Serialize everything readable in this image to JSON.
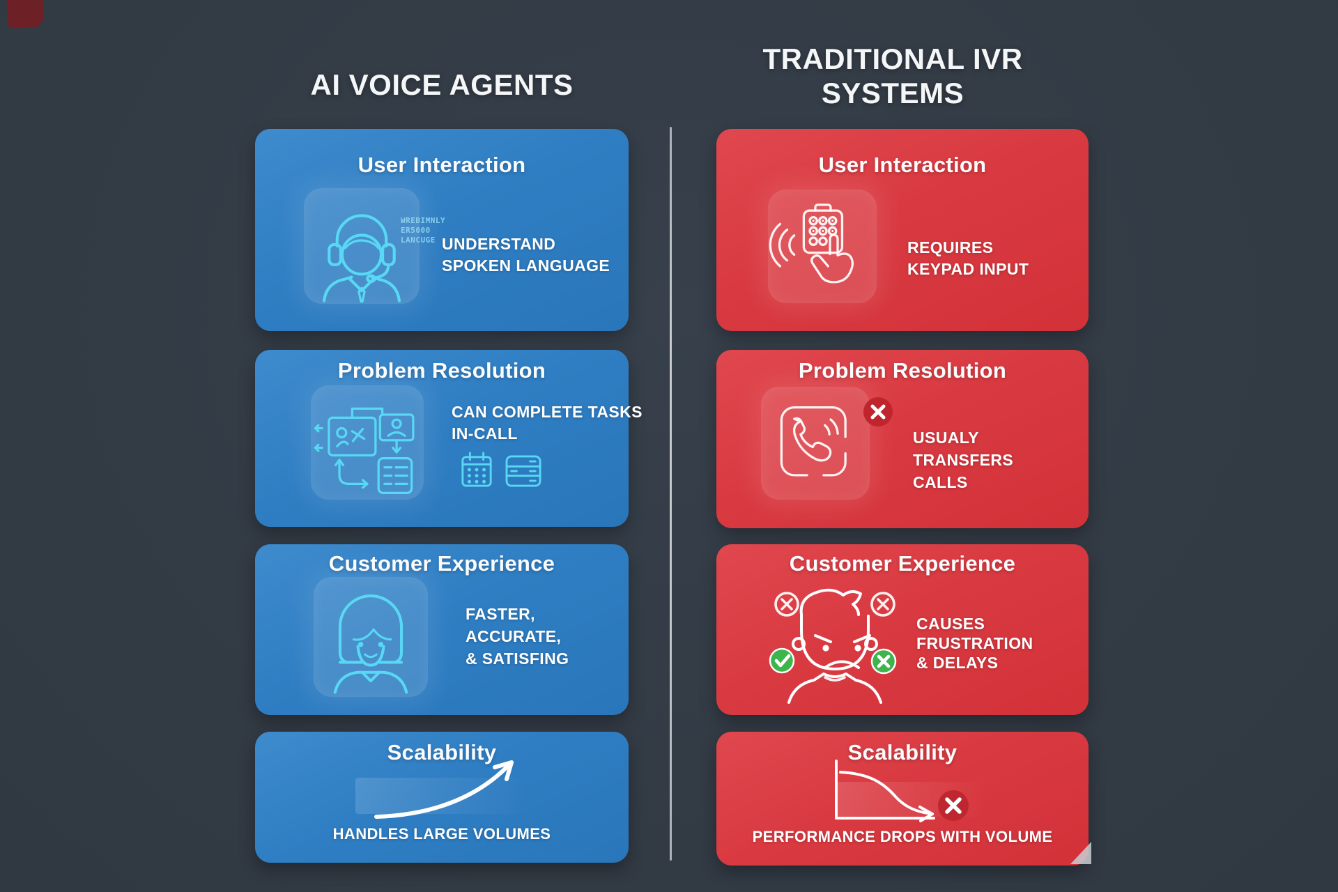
{
  "page": {
    "left_header": "AI VOICE AGENTS",
    "right_header_line1": "TRADITIONAL IVR",
    "right_header_line2": "SYSTEMS"
  },
  "ai_column": {
    "cards": [
      {
        "title": "User Interaction",
        "line1": "UNDERSTAND",
        "line2": "SPOKEN LANGUAGE"
      },
      {
        "title": "Problem Resolution",
        "line1": "CAN COMPLETE TASKS",
        "line2": "IN-CALL"
      },
      {
        "title": "Customer Experience",
        "line1": "FASTER,",
        "line2": "ACCURATE,",
        "line3": "& SATISFING"
      },
      {
        "title": "Scalability",
        "line1": "HANDLES LARGE VOLUMES"
      }
    ],
    "glitch": {
      "line1": "WREBIMNLY",
      "line2": "ER5000",
      "line3": "LANCUGE"
    }
  },
  "ivr_column": {
    "cards": [
      {
        "title": "User Interaction",
        "line1": "REQUIRES",
        "line2": "KEYPAD INPUT"
      },
      {
        "title": "Problem Resolution",
        "line1": "USUALY",
        "line2": "TRANSFERS",
        "line3": "CALLS"
      },
      {
        "title": "Customer Experience",
        "line1": "CAUSES",
        "line2": "FRUSTRATION",
        "line3": "& DELAYS"
      },
      {
        "title": "Scalability",
        "line1": "PERFORMANCE DROPS WITH VOLUME"
      }
    ]
  },
  "colors": {
    "background": "#333b45",
    "ai_blue": "#2f7ec3",
    "ivr_red": "#d93a41",
    "icon_cyan": "#58d8f4",
    "success_green": "#3db54c",
    "error_badge_red": "#c0242c",
    "divider_gray": "#ccd1d5",
    "text_white": "#f5f7f8"
  },
  "icons": {
    "ai": [
      "headset-agent-icon",
      "workflow-icon",
      "calendar-icon",
      "server-icon",
      "woman-agent-icon",
      "growth-arrow-icon"
    ],
    "ivr": [
      "keypad-hand-icon",
      "sound-waves-icon",
      "phone-call-icon",
      "x-badge-icon",
      "angry-customer-icon",
      "crossed-circle-icon",
      "check-circle-icon",
      "x-circle-icon",
      "decline-chart-icon"
    ]
  }
}
